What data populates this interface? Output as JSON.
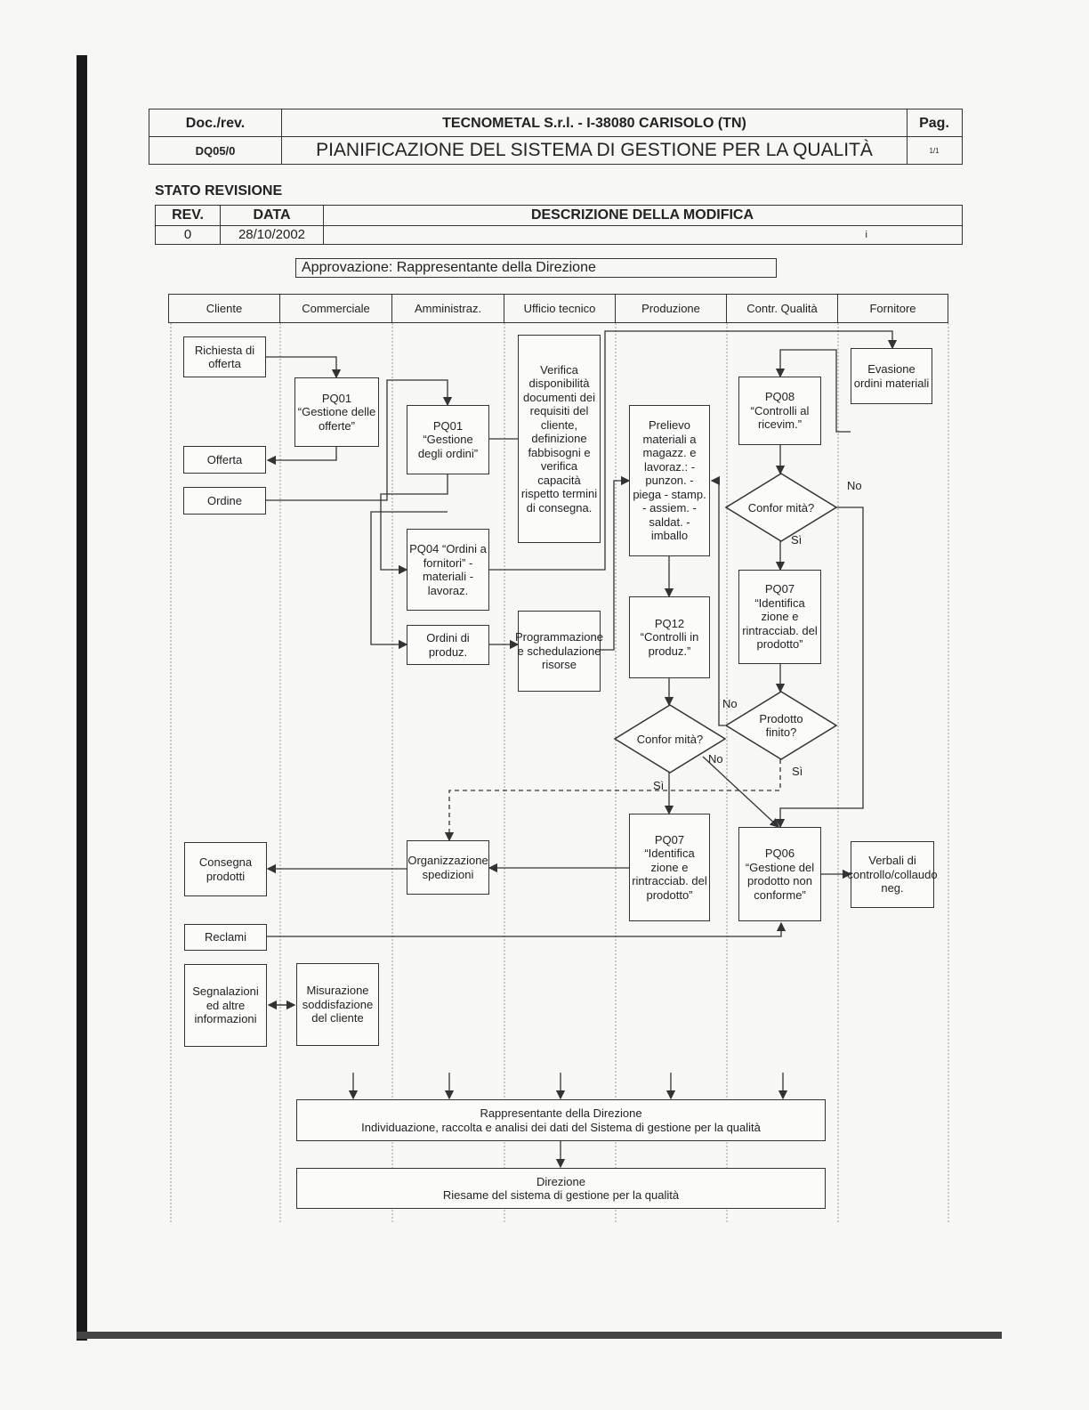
{
  "header": {
    "docrev_label": "Doc./rev.",
    "company": "TECNOMETAL S.r.l. - I-38080 CARISOLO (TN)",
    "pag_label": "Pag.",
    "doc_code": "DQ05/0",
    "title": "PIANIFICAZIONE DEL SISTEMA DI GESTIONE PER LA QUALITÀ",
    "page_num": "1/1"
  },
  "revision": {
    "section_title": "STATO REVISIONE",
    "col_rev": "REV.",
    "col_data": "DATA",
    "col_desc": "DESCRIZIONE DELLA MODIFICA",
    "rows": [
      {
        "rev": "0",
        "data": "28/10/2002",
        "desc": "i"
      }
    ]
  },
  "approval": "Approvazione: Rappresentante della Direzione",
  "lanes": [
    "Cliente",
    "Commerciale",
    "Amministraz.",
    "Ufficio tecnico",
    "Produzione",
    "Contr. Qualità",
    "Fornitore"
  ],
  "nodes": {
    "richiesta": "Richiesta di offerta",
    "pq01_offerte": "PQ01 “Gestione delle offerte”",
    "offerta": "Offerta",
    "ordine": "Ordine",
    "pq01_ordini": "PQ01 “Gestione degli ordini”",
    "verifica": "Verifica disponibilità documenti dei requisiti del cliente, definizione fabbisogni e verifica capacità rispetto termini di consegna.",
    "prelievo": "Prelievo materiali a magazz. e lavoraz.: - punzon. - piega - stamp. - assiem. - saldat. - imballo",
    "pq08": "PQ08 “Controlli al ricevim.”",
    "evasione": "Evasione ordini materiali",
    "conformita_cq": "Confor mità?",
    "pq04": "PQ04 “Ordini a fornitori” - materiali - lavoraz.",
    "pq07_cq": "PQ07 “Identifica zione e rintracciab. del prodotto”",
    "ordini_produz": "Ordini di produz.",
    "programmazione": "Programmazione e schedulazione risorse",
    "pq12": "PQ12 “Controlli in produz.”",
    "conformita_prod": "Confor mità?",
    "prodotto_finito": "Prodotto finito?",
    "pq07_prod": "PQ07 “Identifica zione e rintracciab. del prodotto”",
    "pq06": "PQ06 “Gestione del prodotto non conforme”",
    "verbali": "Verbali di controllo/collaudo neg.",
    "consegna": "Consegna prodotti",
    "organizzazione": "Organizzazione spedizioni",
    "reclami": "Reclami",
    "segnalazioni": "Segnalazioni ed altre informazioni",
    "misurazione": "Misurazione soddisfazione del cliente",
    "rappr_title": "Rappresentante della Direzione",
    "rappr_desc": "Individuazione, raccolta e analisi dei dati del Sistema di gestione per la qualità",
    "dir_title": "Direzione",
    "dir_desc": "Riesame del sistema di gestione per la qualità"
  },
  "labels": {
    "no1": "No",
    "si1": "Sì",
    "no2": "No",
    "no3": "No",
    "si2": "Sì",
    "si3": "Sì"
  }
}
